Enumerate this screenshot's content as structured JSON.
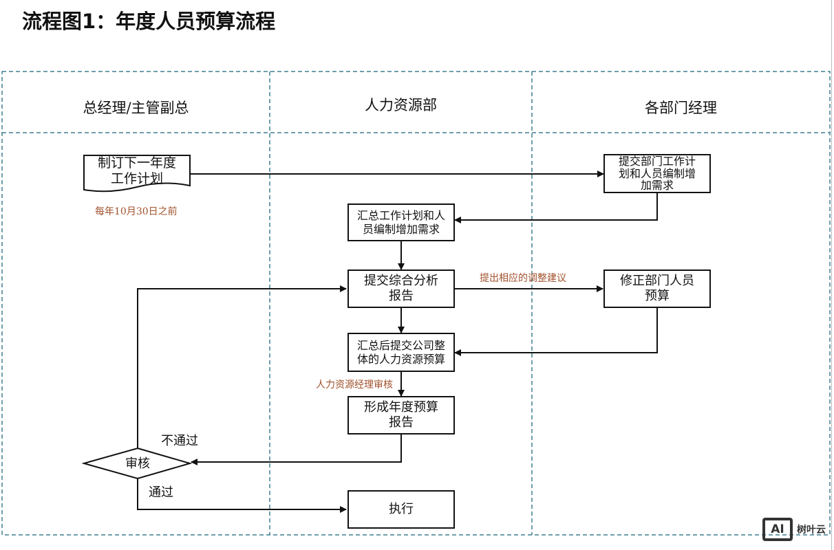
{
  "title": "流程图1：年度人员预算流程",
  "lanes": [
    "总经理/主管副总",
    "人力资源部",
    "各部门经理"
  ],
  "nodes": {
    "draft_plan": "制订下一年度\n工作计划",
    "submit_dept_plan": "提交部门工作计\n划和人员编制增\n加需求",
    "summarize_plan": "汇总工作计划和人\n员编制增加需求",
    "submit_report": "提交综合分析\n报告",
    "revise_budget": "修正部门人员\n预算",
    "summary_submit": "汇总后提交公司整\n体的人力资源预算",
    "form_report": "形成年度预算\n报告",
    "review": "审核",
    "execute": "执行"
  },
  "annotations": {
    "deadline": "每年10月30日之前",
    "adjust": "提出相应的调整建议",
    "hr_review": "人力资源经理审核"
  },
  "edge_labels": {
    "reject": "不通过",
    "approve": "通过"
  },
  "watermark": {
    "badge": "AI",
    "text": "树叶云"
  },
  "colors": {
    "annotation": "#a0522d",
    "lane_border": "#3e7f8f",
    "line": "#111111"
  }
}
